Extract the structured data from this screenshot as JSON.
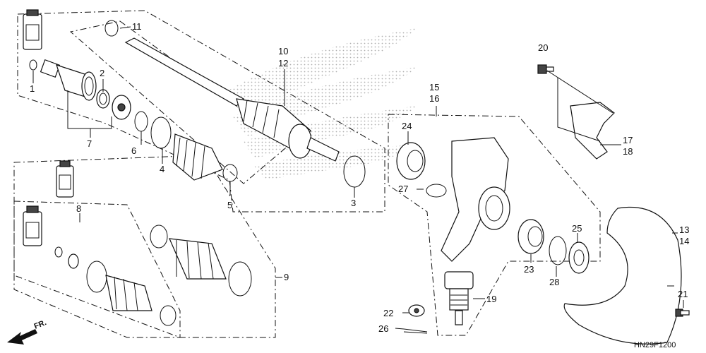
{
  "diagram_code": "HN29F1200",
  "direction_label": "FR.",
  "callouts": {
    "c1": "1",
    "c2": "2",
    "c3": "3",
    "c4": "4",
    "c5": "5",
    "c6": "6",
    "c7": "7",
    "c8": "8",
    "c9": "9",
    "c10": "10",
    "c11": "11",
    "c12": "12",
    "c13": "13",
    "c14": "14",
    "c15": "15",
    "c16": "16",
    "c17": "17",
    "c18": "18",
    "c19": "19",
    "c20": "20",
    "c21": "21",
    "c22": "22",
    "c23": "23",
    "c24": "24",
    "c25": "25",
    "c26": "26",
    "c27": "27",
    "c28": "28"
  },
  "icons": {
    "grease_tube": "grease-tube-icon",
    "direction_arrow": "front-arrow-icon",
    "watermark": "wing-logo-watermark"
  }
}
